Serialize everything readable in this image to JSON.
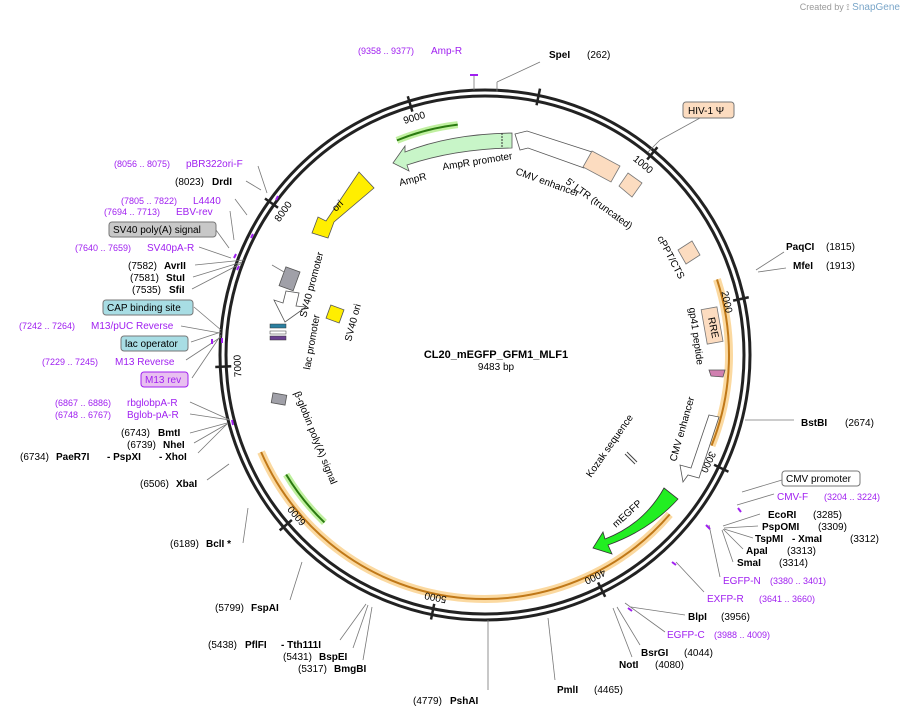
{
  "credit": {
    "prefix": "Created by",
    "brand": "SnapGene"
  },
  "plasmid": {
    "name": "CL20_mEGFP_GFM1_MLF1",
    "size_label": "9483 bp",
    "length": 9483
  },
  "colors": {
    "feature_green": "#c8f5c8",
    "egfp_green": "#22ee22",
    "ori_yellow": "#ffee00",
    "ltr_peach": "#fcdcc0",
    "primer_purple": "#a020f0",
    "orange_arc": "#f0a030"
  },
  "ticks": [
    {
      "pos": 1000,
      "label": "1000"
    },
    {
      "pos": 2000,
      "label": "2000"
    },
    {
      "pos": 3000,
      "label": "3000"
    },
    {
      "pos": 4000,
      "label": "4000"
    },
    {
      "pos": 5000,
      "label": "5000"
    },
    {
      "pos": 6000,
      "label": "6000"
    },
    {
      "pos": 7000,
      "label": "7000"
    },
    {
      "pos": 8000,
      "label": "8000"
    },
    {
      "pos": 9000,
      "label": "9000"
    }
  ],
  "enzymes": [
    {
      "name": "SpeI",
      "coord": "(262)"
    },
    {
      "name": "PaqCI",
      "coord": "(1815)"
    },
    {
      "name": "MfeI",
      "coord": "(1913)"
    },
    {
      "name": "BstBI",
      "coord": "(2674)"
    },
    {
      "name": "EcoRI",
      "coord": "(3285)"
    },
    {
      "name": "PspOMI",
      "coord": "(3309)"
    },
    {
      "name": "TspMI",
      "coord": "- XmaI",
      "coord2": "(3312)"
    },
    {
      "name": "ApaI",
      "coord": "(3313)"
    },
    {
      "name": "SmaI",
      "coord": "(3314)"
    },
    {
      "name": "BlpI",
      "coord": "(3956)"
    },
    {
      "name": "BsrGI",
      "coord": "(4044)"
    },
    {
      "name": "NotI",
      "coord": "(4080)"
    },
    {
      "name": "PmlI",
      "coord": "(4465)"
    },
    {
      "name": "PshAI",
      "coord": "(4779)"
    },
    {
      "name": "BmgBI",
      "coord": "(5317)"
    },
    {
      "name": "BspEI",
      "coord": "(5431)"
    },
    {
      "name": "PflFI",
      "coord": "- Tth111I",
      "coord2": "(5438)"
    },
    {
      "name": "FspAI",
      "coord": "(5799)"
    },
    {
      "name": "BclI *",
      "coord": "(6189)"
    },
    {
      "name": "XbaI",
      "coord": "(6506)"
    },
    {
      "name": "PaeR7I",
      "coord": "- PspXI",
      "coord2": "- XhoI",
      "coord3": "(6734)"
    },
    {
      "name": "NheI",
      "coord": "(6739)"
    },
    {
      "name": "BmtI",
      "coord": "(6743)"
    },
    {
      "name": "SfiI",
      "coord": "(7535)"
    },
    {
      "name": "StuI",
      "coord": "(7581)"
    },
    {
      "name": "AvrII",
      "coord": "(7582)"
    },
    {
      "name": "DrdI",
      "coord": "(8023)"
    }
  ],
  "primers": [
    {
      "name": "Amp-R",
      "range": "(9358 .. 9377)"
    },
    {
      "name": "pBR322ori-F",
      "range": "(8056 .. 8075)"
    },
    {
      "name": "L4440",
      "range": "(7805 .. 7822)"
    },
    {
      "name": "EBV-rev",
      "range": "(7694 .. 7713)"
    },
    {
      "name": "SV40pA-R",
      "range": "(7640 .. 7659)"
    },
    {
      "name": "M13/pUC Reverse",
      "range": "(7242 .. 7264)"
    },
    {
      "name": "M13 Reverse",
      "range": "(7229 .. 7245)"
    },
    {
      "name": "rbglobpA-R",
      "range": "(6867 .. 6886)"
    },
    {
      "name": "Bglob-pA-R",
      "range": "(6748 .. 6767)"
    },
    {
      "name": "CMV-F",
      "range": "(3204 .. 3224)"
    },
    {
      "name": "EGFP-N",
      "range": "(3380 .. 3401)"
    },
    {
      "name": "EXFP-R",
      "range": "(3641 .. 3660)"
    },
    {
      "name": "EGFP-C",
      "range": "(3988 .. 4009)"
    }
  ],
  "boxed_labels": {
    "hiv": "HIV-1 Ψ",
    "sv40pa": "SV40 poly(A) signal",
    "cap": "CAP binding site",
    "lacop": "lac operator",
    "m13rev": "M13 rev",
    "cmvprom": "CMV promoter"
  },
  "features": {
    "ampr": "AmpR",
    "ampr_promoter": "AmpR promoter",
    "cmv_enhancer_top": "CMV enhancer",
    "ltr": "5' LTR (truncated)",
    "cppt": "cPPT/CTS",
    "rre": "RRE",
    "gp41": "gp41 peptide",
    "cmv_enhancer_right": "CMV enhancer",
    "kozak": "Kozak sequence",
    "megfp": "mEGFP",
    "ori": "ori",
    "sv40_promoter": "SV40 promoter",
    "sv40_ori": "SV40 ori",
    "lac_promoter": "lac promoter",
    "bglobin": "β-globin poly(A) signal"
  }
}
